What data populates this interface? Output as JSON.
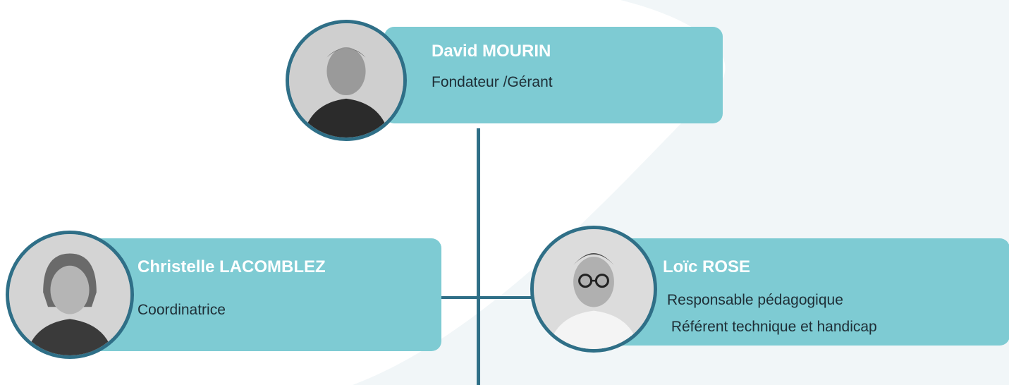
{
  "colors": {
    "card": "#7ecbd3",
    "line": "#2f6f87",
    "name_text": "#ffffff",
    "role_text": "#1e2e36",
    "background_shape": "#f1f6f8"
  },
  "people": {
    "top": {
      "name": "David MOURIN",
      "role": "Fondateur /Gérant",
      "photo": "portrait-photo"
    },
    "left": {
      "name": "Christelle LACOMBLEZ",
      "role": "Coordinatrice",
      "photo": "portrait-photo"
    },
    "right": {
      "name": "Loïc ROSE",
      "role_line1": "Responsable pédagogique",
      "role_line2": " Référent technique et handicap",
      "photo": "portrait-photo"
    }
  }
}
